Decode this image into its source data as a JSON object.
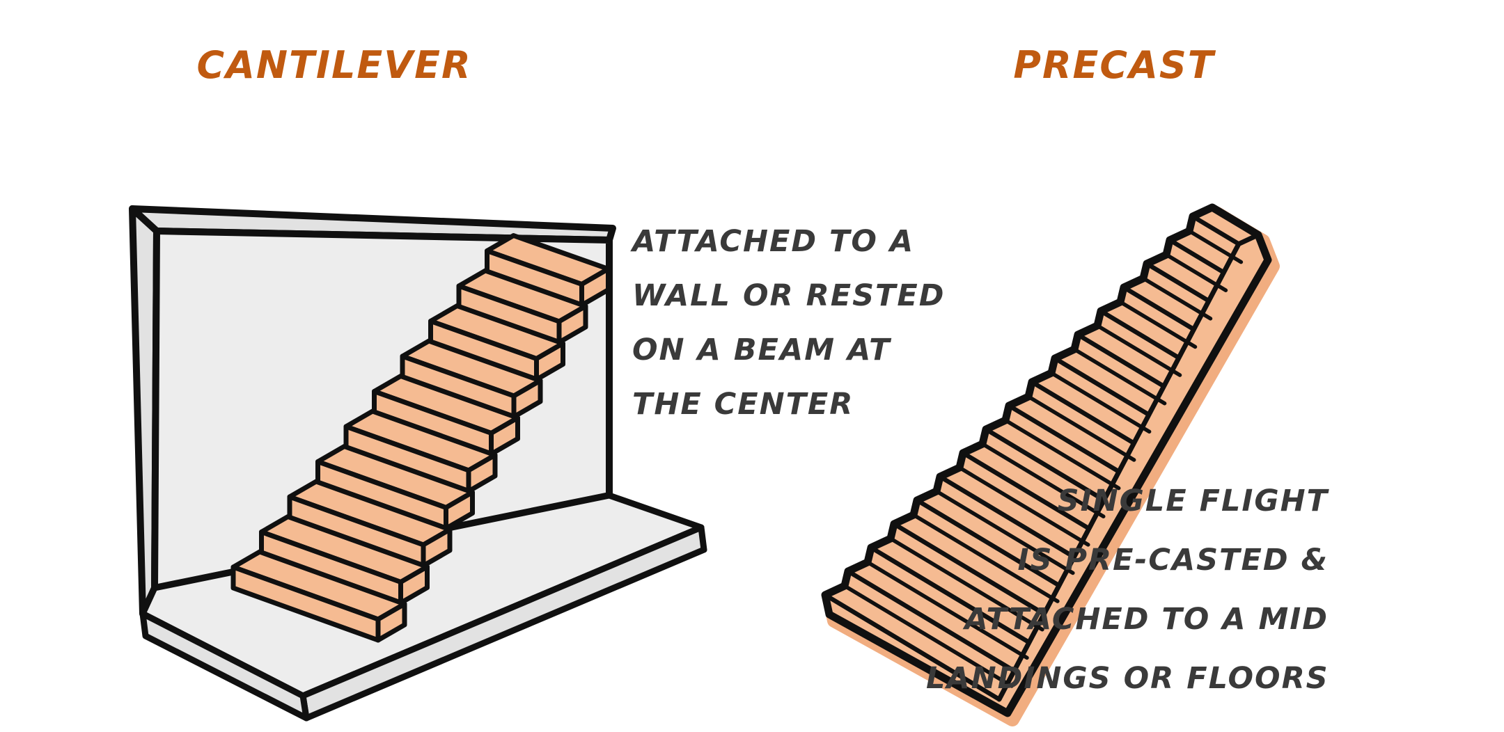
{
  "left_panel": {
    "title": "CANTILEVER",
    "description_lines": [
      "ATTACHED TO A",
      "WALL OR RESTED",
      "ON A BEAM AT",
      "THE CENTER"
    ],
    "illustration": "floating-steps-cantilevered-from-wall",
    "steps_count": 10
  },
  "right_panel": {
    "title": "PRECAST",
    "description_lines": [
      "SINGLE FLIGHT",
      "IS PRE-CASTED &",
      "ATTACHED TO A MID",
      "LANDINGS OR FLOORS"
    ],
    "illustration": "single-flight-precast-stair",
    "steps_count": 17
  },
  "colors": {
    "title": "#c05a10",
    "text": "#3a3a3a",
    "outline": "#101010",
    "step_fill": "#f5bb92",
    "halo": "#f1ad80",
    "wall_fill": "#ededed",
    "wall_side_fill": "#e2e2e2"
  }
}
